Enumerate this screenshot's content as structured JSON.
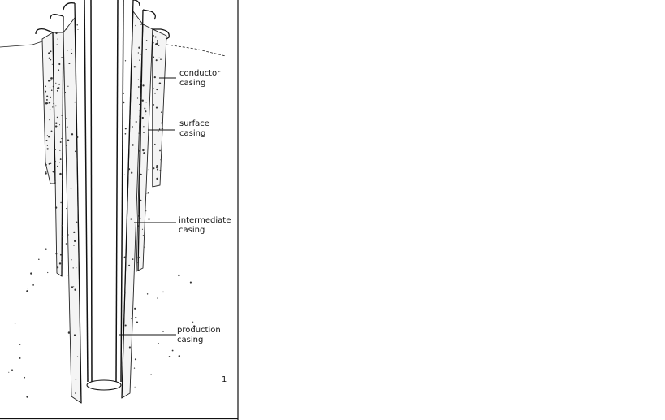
{
  "labels": {
    "conductor": {
      "line1": "conductor",
      "line2": "casing"
    },
    "surface": {
      "line1": "surface",
      "line2": "casing"
    },
    "intermediate": {
      "line1": "intermediate",
      "line2": "casing"
    },
    "production": {
      "line1": "production",
      "line2": "casing"
    }
  },
  "margin_mark": "1",
  "colors": {
    "ink": "#111111",
    "paper": "#ffffff",
    "cement": "#f4f4f4"
  }
}
